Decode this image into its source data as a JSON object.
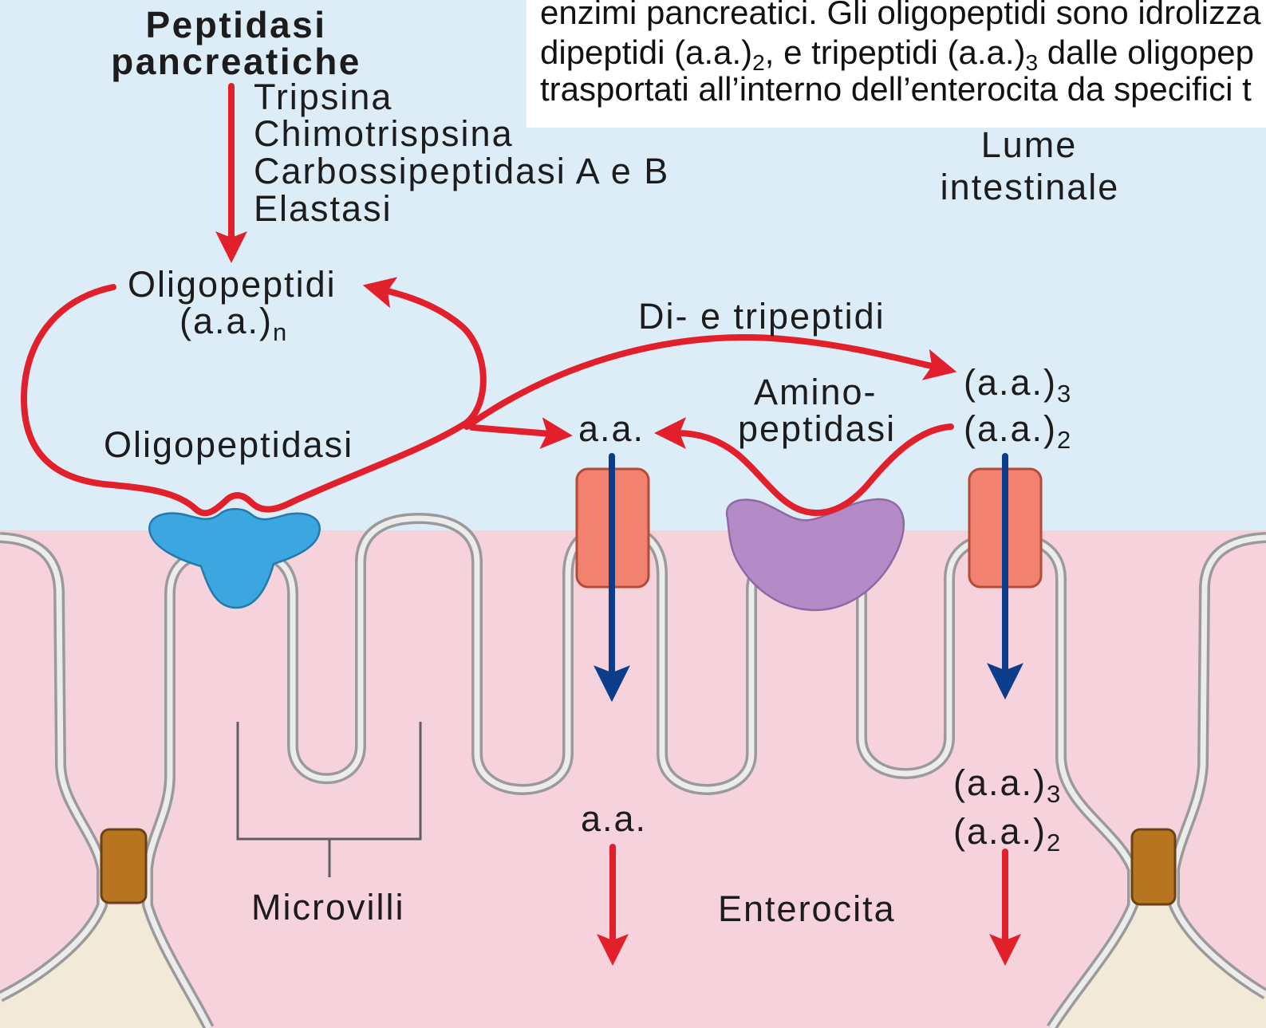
{
  "caption": {
    "line1": "enzimi pancreatici. Gli oligopeptidi sono idrolizza",
    "line2": {
      "part1": "dipeptidi (a.a.)",
      "sub1": "2",
      "part2": ", e tripeptidi (a.a.)",
      "sub2": "3",
      "part3": " dalle oligopep"
    },
    "line3": "trasportati all’interno dell’enterocita da specifici t"
  },
  "pancreatic_peptidases": {
    "title": [
      "Peptidasi",
      "pancreatiche"
    ],
    "enzymes": [
      "Tripsina",
      "Chimotrispsina",
      "Carbossipeptidasi A e B",
      "Elastasi"
    ]
  },
  "oligopeptides": {
    "label": "Oligopeptidi",
    "formula": "(a.a.)",
    "subscript": "n"
  },
  "oligopeptidase": {
    "label": "Oligopeptidasi"
  },
  "di_tripeptides": {
    "label": "Di- e tripeptidi"
  },
  "lumen": {
    "label": [
      "Lume",
      "intestinale"
    ]
  },
  "aminopeptidase": {
    "label": [
      "Amino-",
      "peptidasi"
    ]
  },
  "lumen_products": {
    "amino_acid": "a.a.",
    "peptides": [
      {
        "formula": "(a.a.)",
        "subscript": "3"
      },
      {
        "formula": "(a.a.)",
        "subscript": "2"
      }
    ]
  },
  "cell_products": {
    "amino_acid": "a.a.",
    "peptides": [
      {
        "formula": "(a.a.)",
        "subscript": "3"
      },
      {
        "formula": "(a.a.)",
        "subscript": "2"
      }
    ]
  },
  "microvilli": {
    "label": "Microvilli"
  },
  "enterocyte": {
    "label": "Enterocita"
  },
  "colors": {
    "lumen": "#dcedf7",
    "cytoplasm": "#f6d3dc",
    "interstitium": "#f2ead8",
    "membrane": "#9a9a9a",
    "red_arrow": "#e2202c",
    "blue_arrow": "#0c3d8a",
    "oligopeptidase": "#3ba6df",
    "aminopeptidase": "#b58bc7",
    "transporter": "#f2826f",
    "tight_junction": "#b8751f"
  }
}
